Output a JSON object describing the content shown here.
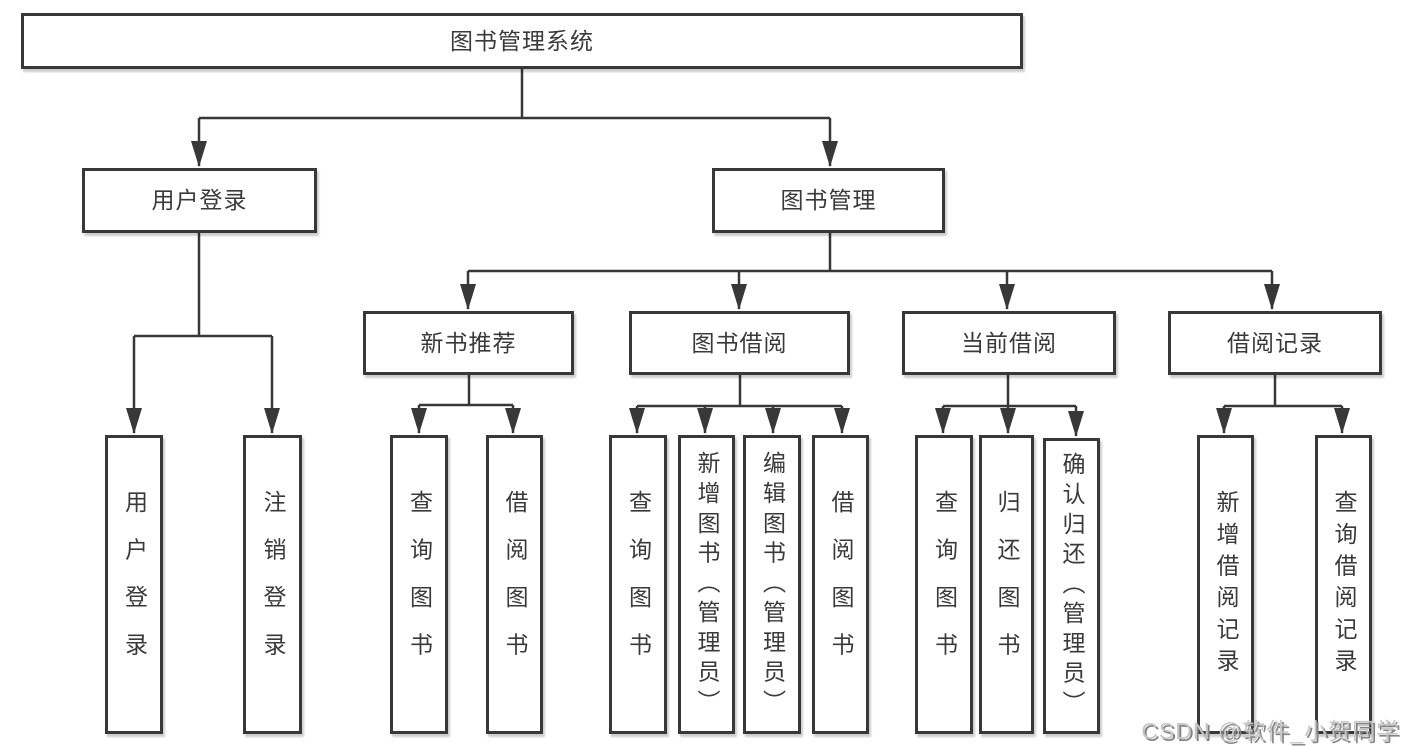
{
  "watermark": "CSDN @软件_小贺同学",
  "nodes": {
    "root": "图书管理系统",
    "user_login": "用户登录",
    "book_mgmt": "图书管理",
    "leaf_login": "用户登录",
    "leaf_logout": "注销登录",
    "new_book": "新书推荐",
    "book_borrow": "图书借阅",
    "current_borrow": "当前借阅",
    "borrow_records": "借阅记录",
    "nb_query": "查询图书",
    "nb_borrow": "借阅图书",
    "bb_query": "查询图书",
    "bb_add": "新增图书（管理员）",
    "bb_edit": "编辑图书（管理员）",
    "bb_borrow": "借阅图书",
    "cb_query": "查询图书",
    "cb_return": "归还图书",
    "cb_confirm": "确认归还（管理员）",
    "br_add": "新增借阅记录",
    "br_query": "查询借阅记录"
  }
}
